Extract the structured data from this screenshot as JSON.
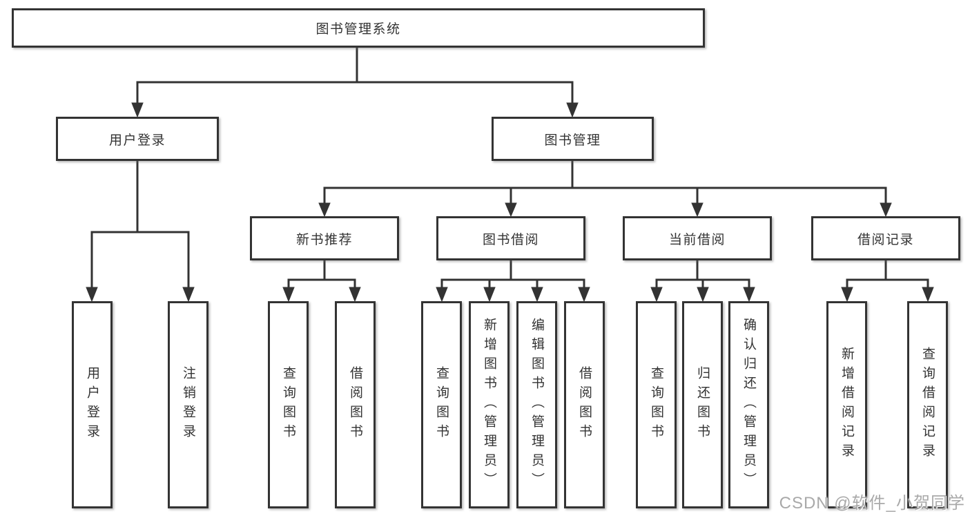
{
  "diagram": {
    "root": {
      "label": "图书管理系统"
    },
    "level2": [
      {
        "label": "用户登录"
      },
      {
        "label": "图书管理"
      }
    ],
    "level3": [
      {
        "label": "新书推荐"
      },
      {
        "label": "图书借阅"
      },
      {
        "label": "当前借阅"
      },
      {
        "label": "借阅记录"
      }
    ],
    "leaves": {
      "user_login": [
        "用户登录",
        "注销登录"
      ],
      "new_book_recommend": [
        "查询图书",
        "借阅图书"
      ],
      "book_borrow": [
        "查询图书",
        "新增图书（管理员）",
        "编辑图书（管理员）",
        "借阅图书"
      ],
      "current_borrow": [
        "查询图书",
        "归还图书",
        "确认归还（管理员）"
      ],
      "borrow_record": [
        "新增借阅记录",
        "查询借阅记录"
      ]
    }
  },
  "watermark": {
    "text": "CSDN @软件_小贺同学"
  },
  "colors": {
    "line": "#333333",
    "box_border": "#333333",
    "box_background": "#ffffff",
    "text": "#333333",
    "watermark": "#a9a9a9",
    "page_background": "#ffffff"
  }
}
